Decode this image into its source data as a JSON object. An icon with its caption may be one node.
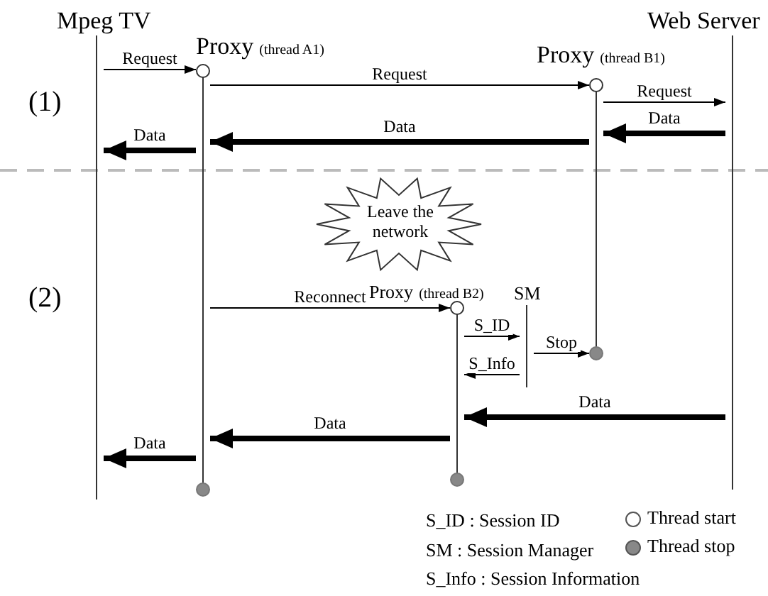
{
  "diagram": {
    "nodes": [
      {
        "text": [
          "Mpeg TV"
        ]
      },
      {
        "text": [
          "Proxy",
          "(thread A1)"
        ]
      },
      {
        "text": [
          "Proxy",
          "(thread B1)"
        ]
      },
      {
        "text": [
          "Web Server"
        ]
      },
      {
        "text": [
          "Proxy",
          "(thread B2)"
        ]
      },
      {
        "text": [
          "SM"
        ]
      },
      {
        "text": [
          "Leave the network"
        ]
      }
    ],
    "edges": [
      {
        "from": 0,
        "to": 1,
        "arrow": "to",
        "label": "Request"
      },
      {
        "from": 1,
        "to": 2,
        "arrow": "to",
        "label": "Request"
      },
      {
        "from": 2,
        "to": 3,
        "arrow": "to",
        "label": "Request"
      },
      {
        "from": 3,
        "to": 2,
        "arrow": "to",
        "label": "Data",
        "style": "thick"
      },
      {
        "from": 2,
        "to": 1,
        "arrow": "to",
        "label": "Data",
        "style": "thick"
      },
      {
        "from": 1,
        "to": 0,
        "arrow": "to",
        "label": "Data",
        "style": "thick"
      },
      {
        "from": 1,
        "to": 4,
        "arrow": "to",
        "label": "Reconnect"
      },
      {
        "from": 4,
        "to": 5,
        "arrow": "to",
        "label": "S_ID"
      },
      {
        "from": 5,
        "to": 2,
        "arrow": "to",
        "label": "Stop"
      },
      {
        "from": 5,
        "to": 4,
        "arrow": "to",
        "label": "S_Info"
      },
      {
        "from": 3,
        "to": 4,
        "arrow": "to",
        "label": "Data",
        "style": "thick"
      },
      {
        "from": 4,
        "to": 1,
        "arrow": "to",
        "label": "Data",
        "style": "thick"
      },
      {
        "from": 1,
        "to": 0,
        "arrow": "to",
        "label": "Data",
        "style": "thick"
      }
    ],
    "labels": [
      "(1)",
      "(2)",
      "S_ID : Session ID",
      "SM : Session Manager",
      "S_Info : Session Information"
    ],
    "legend": [
      {
        "text": "Thread start"
      },
      {
        "text": "Thread stop"
      }
    ]
  }
}
